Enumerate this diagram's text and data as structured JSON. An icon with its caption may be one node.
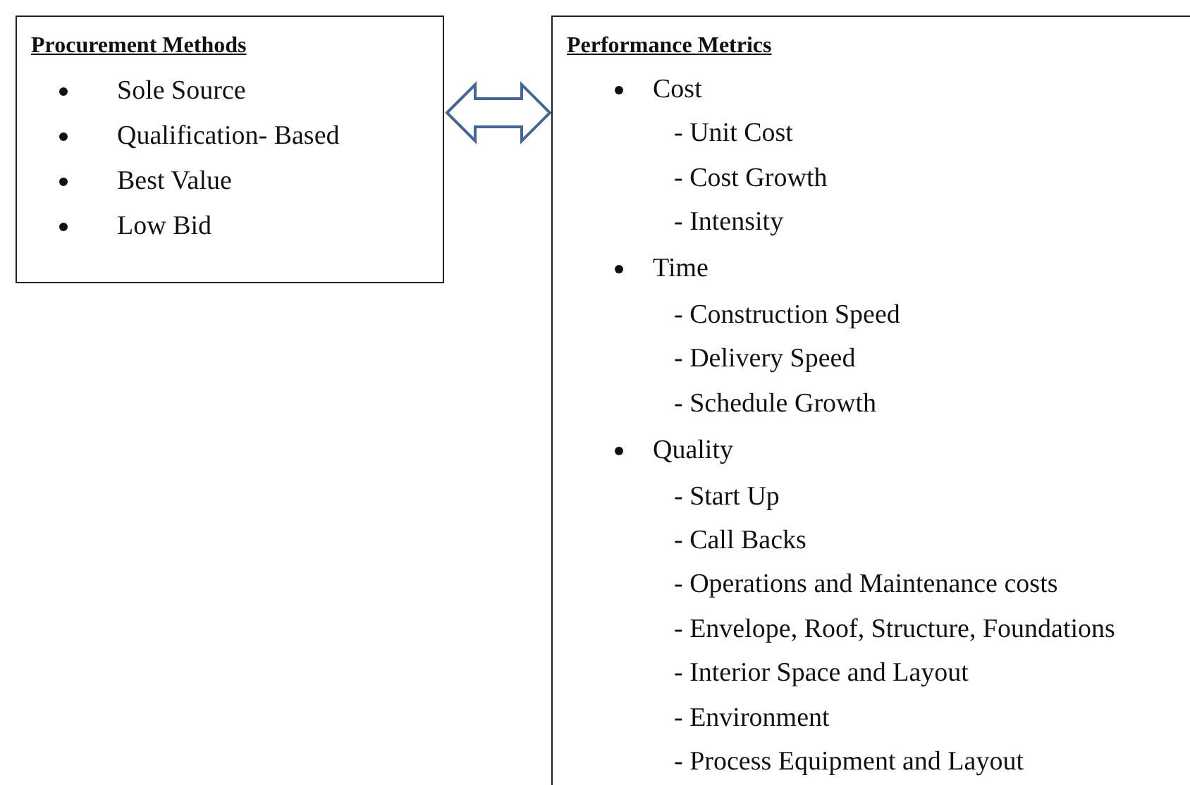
{
  "diagram": {
    "nodes": [
      {
        "text": [
          "Procurement Methods",
          "Sole Source",
          "Qualification- Based",
          "Best Value",
          "Low Bid"
        ]
      },
      {
        "text": [
          "Performance Metrics",
          "Cost",
          "- Unit Cost",
          "- Cost Growth",
          "- Intensity",
          "Time",
          "- Construction Speed",
          "- Delivery Speed",
          "- Schedule Growth",
          "Quality",
          "- Start Up",
          "- Call Backs",
          "- Operations and Maintenance costs",
          "- Envelope, Roof, Structure, Foundations",
          "- Interior Space and Layout",
          "- Environment",
          "- Process Equipment and Layout"
        ]
      }
    ],
    "edges": [
      {
        "from": 0,
        "to": 1,
        "arrow": "both",
        "color": "#41679a"
      }
    ]
  }
}
